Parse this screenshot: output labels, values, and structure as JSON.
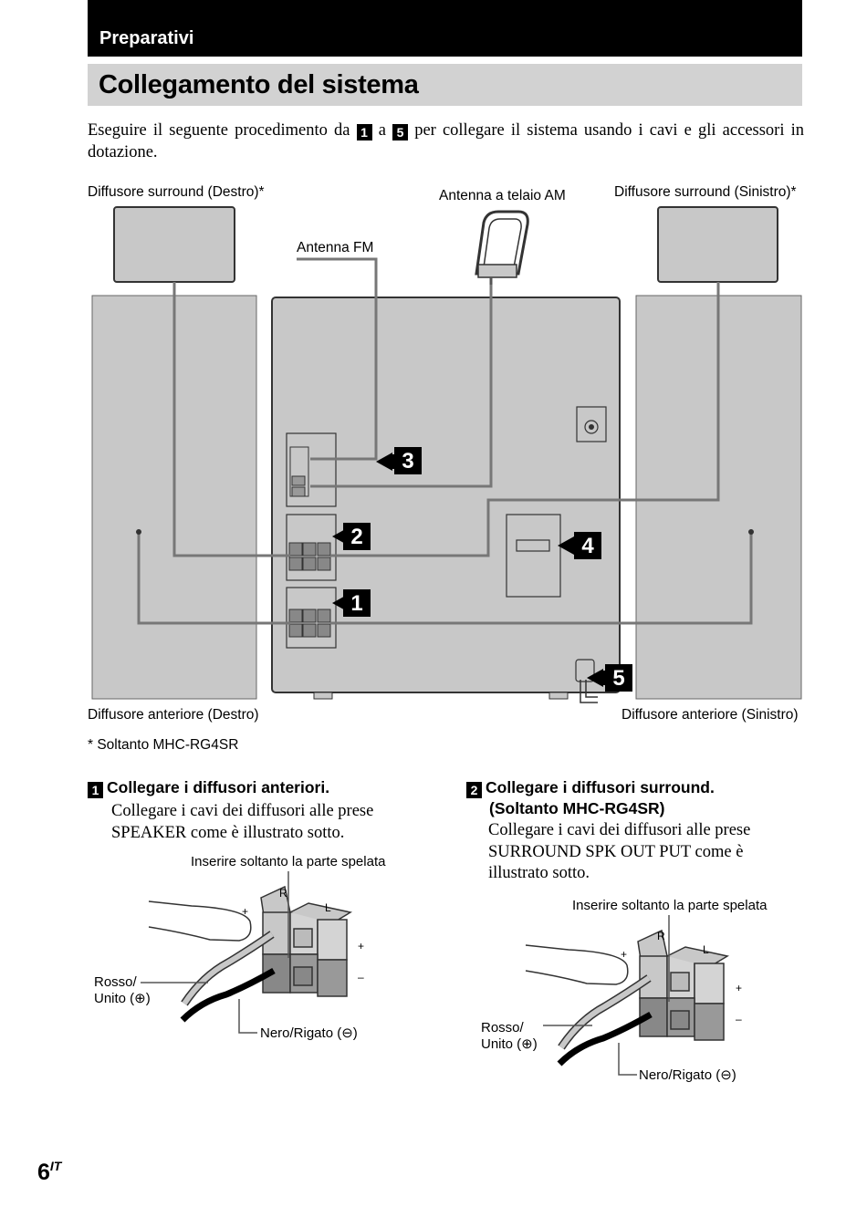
{
  "header": {
    "section": "Preparativi",
    "title": "Collegamento del sistema"
  },
  "intro": {
    "text_before": "Eseguire il seguente procedimento da ",
    "step_from": "1",
    "text_middle": " a ",
    "step_to": "5",
    "text_after": " per collegare il sistema usando i cavi e gli accessori in dotazione."
  },
  "diagram": {
    "surround_right": "Diffusore surround (Destro)",
    "surround_left": "Diffusore surround (Sinistro)",
    "asterisk": "*",
    "am_antenna": "Antenna a telaio AM",
    "fm_antenna": "Antenna FM",
    "front_right": "Diffusore anteriore (Destro)",
    "front_left": "Diffusore anteriore (Sinistro)",
    "footnote": "* Soltanto MHC-RG4SR",
    "callouts": [
      "1",
      "2",
      "3",
      "4",
      "5"
    ]
  },
  "steps": [
    {
      "number": "1",
      "heading": "Collegare i diffusori anteriori.",
      "heading2": "",
      "body_line1": "Collegare i cavi dei diffusori alle prese",
      "body_line2": "SPEAKER come è illustrato sotto.",
      "body_line3": "",
      "insert_label": "Inserire soltanto la parte spelata",
      "red_label_1": "Rosso/",
      "red_label_2": "Unito (⊕)",
      "black_label": "Nero/Rigato (⊖)",
      "terminal_r": "R",
      "terminal_l": "L",
      "plus": "+",
      "minus": "–"
    },
    {
      "number": "2",
      "heading": "Collegare i diffusori surround.",
      "heading2": "(Soltanto MHC-RG4SR)",
      "body_line1": "Collegare i cavi dei diffusori alle prese",
      "body_line2": "SURROUND SPK OUT PUT come è",
      "body_line3": "illustrato sotto.",
      "insert_label": "Inserire soltanto la parte spelata",
      "red_label_1": "Rosso/",
      "red_label_2": "Unito (⊕)",
      "black_label": "Nero/Rigato (⊖)",
      "terminal_r": "R",
      "terminal_l": "L",
      "plus": "+",
      "minus": "–"
    }
  ],
  "page": {
    "number": "6",
    "lang": "IT"
  }
}
